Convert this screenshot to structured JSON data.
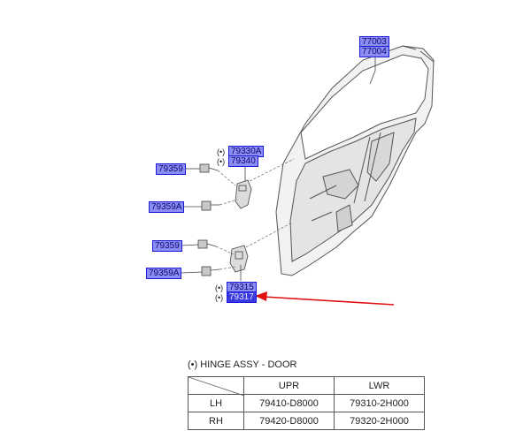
{
  "callouts": {
    "door_upper": "77003",
    "door_lower": "77004",
    "hinge_upr_a": "79330A",
    "hinge_upr_b": "79340",
    "bolt_upr": "79359",
    "bolt_upr_a": "79359A",
    "bolt_lwr": "79359",
    "bolt_lwr_a": "79359A",
    "hinge_lwr_a": "79315",
    "hinge_lwr_b": "79317"
  },
  "markers": {
    "hinge_upr_a": "(•)",
    "hinge_upr_b": "(•)",
    "hinge_lwr_a": "(•)",
    "hinge_lwr_b": "(•)"
  },
  "note": "(•) HINGE ASSY - DOOR",
  "table": {
    "headers": [
      "",
      "UPR",
      "LWR"
    ],
    "rows": [
      {
        "side": "LH",
        "upr": "79410-D8000",
        "lwr": "79310-2H000"
      },
      {
        "side": "RH",
        "upr": "79420-D8000",
        "lwr": "79320-2H000"
      }
    ]
  },
  "colors": {
    "callout_fill": "#8c8cf5",
    "callout_border": "#1a1adb",
    "selected_fill": "#3a3ae0",
    "pointer_arrow": "#e01010"
  }
}
